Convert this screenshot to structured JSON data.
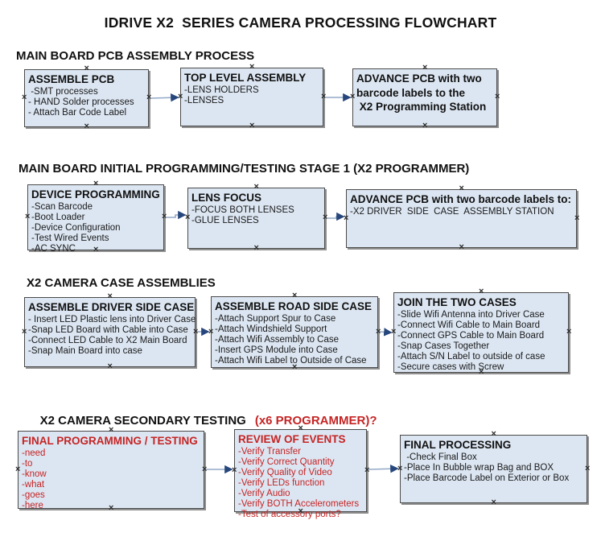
{
  "title": "IDRIVE X2  SERIES CAMERA PROCESSING FLOWCHART",
  "colors": {
    "box_fill": "#dce6f2",
    "box_border": "#4a4a4a",
    "arrow_line": "#93a9c7",
    "arrow_head": "#27477c",
    "red_text": "#c52424"
  },
  "sections": [
    {
      "heading": "MAIN BOARD PCB ASSEMBLY PROCESS",
      "boxes": [
        {
          "title": "ASSEMBLE PCB",
          "lines": [
            " -SMT processes",
            "- HAND Solder processes",
            "- Attach Bar Code Label"
          ]
        },
        {
          "title": "TOP LEVEL ASSEMBLY",
          "lines": [
            "-LENS HOLDERS",
            "-LENSES"
          ]
        },
        {
          "title": "ADVANCE PCB with two\nbarcode labels to the\n X2 Programming Station",
          "lines": []
        }
      ]
    },
    {
      "heading": "MAIN BOARD INITIAL PROGRAMMING/TESTING STAGE 1 (X2 PROGRAMMER)",
      "boxes": [
        {
          "title": "DEVICE PROGRAMMING",
          "lines": [
            "-Scan Barcode",
            "-Boot Loader",
            "-Device Configuration",
            "-Test Wired Events",
            "-AC SYNC"
          ]
        },
        {
          "title": "LENS FOCUS",
          "lines": [
            "-FOCUS BOTH LENSES",
            "-GLUE LENSES"
          ]
        },
        {
          "title": "ADVANCE PCB with two barcode labels to:",
          "lines": [
            "-X2 DRIVER  SIDE  CASE  ASSEMBLY STATION"
          ]
        }
      ]
    },
    {
      "heading": "X2 CAMERA CASE ASSEMBLIES",
      "boxes": [
        {
          "title": "ASSEMBLE DRIVER SIDE CASE",
          "lines": [
            "- Insert LED Plastic lens into Driver Case",
            "-Snap LED Board with Cable into Case",
            "-Connect LED Cable to X2 Main Board",
            "-Snap Main Board into case"
          ]
        },
        {
          "title": "ASSEMBLE ROAD SIDE CASE",
          "lines": [
            "-Attach Support Spur to Case",
            "-Attach Windshield Support",
            "-Attach Wifi Assembly to Case",
            "-Insert GPS Module into Case",
            "-Attach Wifi Label to Outside of Case"
          ]
        },
        {
          "title": "JOIN THE TWO CASES",
          "lines": [
            "-Slide Wifi Antenna into Driver Case",
            "-Connect Wifi Cable to Main Board",
            "-Connect GPS Cable to Main Board",
            "-Snap Cases Together",
            "-Attach S/N Label to outside of case",
            "-Secure cases with Screw"
          ]
        }
      ]
    },
    {
      "heading": "X2 CAMERA SECONDARY TESTING",
      "heading_suffix": "(x6 PROGRAMMER)?",
      "boxes": [
        {
          "title": "FINAL PROGRAMMING / TESTING",
          "lines": [
            "-need",
            "-to",
            "-know",
            "-what",
            "-goes",
            "-here"
          ]
        },
        {
          "title": "REVIEW OF EVENTS",
          "lines": [
            "-Verify Transfer",
            "-Verify Correct Quantity",
            "-Verify Quality of Video",
            "-Verify LEDs function",
            "-Verify Audio",
            "-Verify BOTH Accelerometers",
            "-Test of accessory ports?"
          ]
        },
        {
          "title": "FINAL PROCESSING",
          "lines": [
            " -Check Final Box",
            "-Place In Bubble wrap Bag and BOX",
            "-Place Barcode Label on Exterior or Box"
          ]
        }
      ]
    }
  ]
}
